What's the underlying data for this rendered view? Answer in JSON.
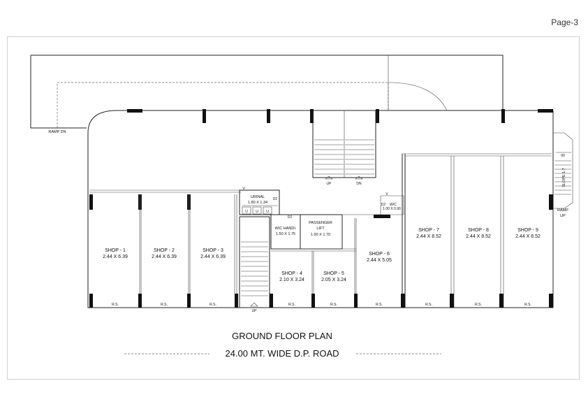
{
  "page": {
    "number": "Page-3"
  },
  "title": "GROUND FLOOR  PLAN",
  "road": "24.00 MT. WIDE D.P. ROAD",
  "labels": {
    "ramp_dn": "RAMP DN",
    "ramp_up_1": "RAMP",
    "ramp_up_2": "UP",
    "slope": "SLOPE 1:7",
    "slope_dim": "00",
    "stair_up": "UP",
    "stair_dn": "DN",
    "stair2_up": "UP",
    "d2": "D2",
    "v": "V",
    "u": "U",
    "rs": "R.S."
  },
  "rooms": {
    "shop1": {
      "name": "SHOP - 1",
      "size": "2.44 X 6.39"
    },
    "shop2": {
      "name": "SHOP - 2",
      "size": "2.44 X 6.39"
    },
    "shop3": {
      "name": "SHOP - 3",
      "size": "2.44 X 6.39"
    },
    "shop4": {
      "name": "SHOP - 4",
      "size": "2.10 X 3.24"
    },
    "shop5": {
      "name": "SHOP - 5",
      "size": "2.05 X 3.24"
    },
    "shop6": {
      "name": "SHOP - 6",
      "size": "2.44 X 5.05"
    },
    "shop7": {
      "name": "SHOP - 7",
      "size": "2.44 X 8.52"
    },
    "shop8": {
      "name": "SHOP - 8",
      "size": "2.44 X 8.52"
    },
    "shop9": {
      "name": "SHOP - 9",
      "size": "2.44 X 8.52"
    },
    "urinal": {
      "name": "URINAL",
      "size": "1.80 X 1.34"
    },
    "wc_handi": {
      "name": "W/C HANDI.",
      "size": "1.50 X 1.75"
    },
    "lift": {
      "name_1": "PASSENGER",
      "name_2": "LIFT",
      "size": "1.90 X 1.70"
    },
    "wc": {
      "name": "W/C",
      "size": "1.00 X 0.90"
    }
  }
}
